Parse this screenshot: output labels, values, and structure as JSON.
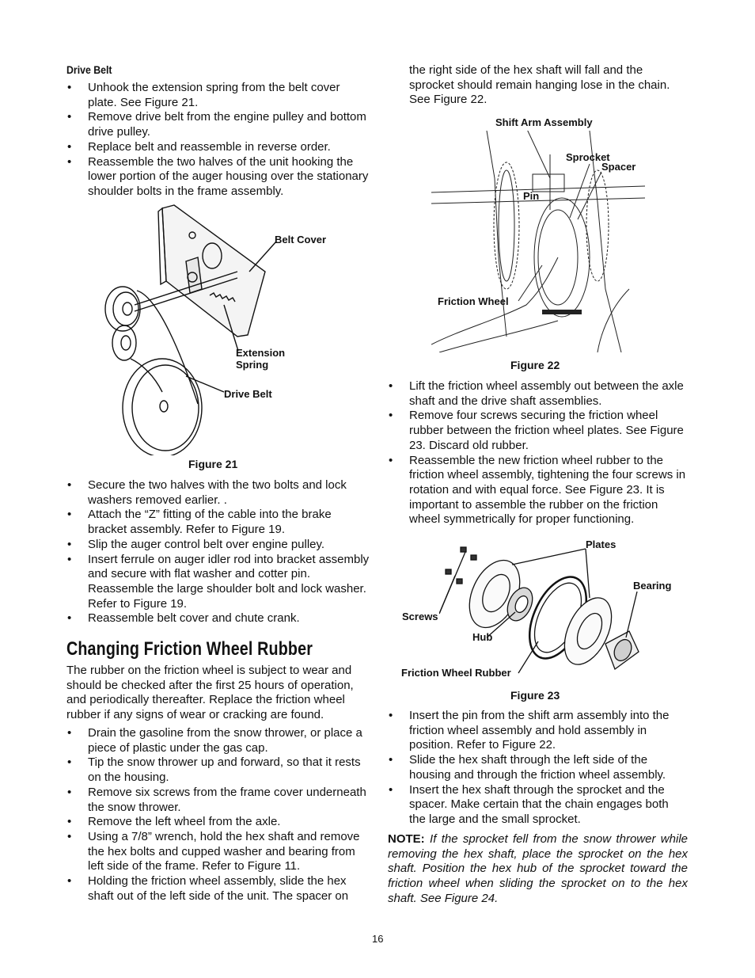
{
  "left": {
    "drive_belt_heading": "Drive Belt",
    "drive_belt_steps": [
      "Unhook the extension spring from the belt cover plate. See Figure 21.",
      "Remove drive belt from the engine pulley and bottom drive pulley.",
      "Replace belt and reassemble in reverse order.",
      "Reassemble the two halves of the unit hooking the lower portion of the auger housing over the stationary shoulder bolts in the frame assembly."
    ],
    "figure21": {
      "belt_cover": "Belt Cover",
      "extension": "Extension",
      "spring": "Spring",
      "drive_belt": "Drive Belt",
      "caption": "Figure 21"
    },
    "after_fig21_steps": [
      "Secure the two halves with the two bolts and lock washers removed earlier. .",
      "Attach the “Z” fitting of the cable into the brake bracket assembly. Refer to Figure 19.",
      "Slip the auger control belt over engine pulley.",
      "Insert ferrule on auger idler rod into bracket assembly and secure with flat washer and cotter pin. Reassemble the large shoulder bolt and lock washer. Refer to Figure 19.",
      "Reassemble belt cover and chute crank."
    ],
    "section_heading": "Changing Friction Wheel Rubber",
    "intro": "The rubber on the friction wheel is subject to wear and should be checked after the first 25 hours of operation, and periodically thereafter. Replace the friction wheel rubber if any signs of wear or cracking are found.",
    "friction_steps": [
      "Drain the gasoline from the snow thrower, or place a piece of plastic under the gas cap.",
      "Tip the snow thrower up and forward, so that it rests on the housing.",
      "Remove six screws from the frame cover underneath the snow thrower.",
      "Remove the left wheel from the axle.",
      "Using a 7/8” wrench, hold the hex shaft and remove the hex bolts and cupped washer and bearing from left side of the frame. Refer to Figure 11.",
      "Holding the friction wheel assembly, slide the hex shaft out of the left side of the unit. The spacer on"
    ]
  },
  "right": {
    "continued": "the right side of the hex shaft will fall and the sprocket should remain hanging lose in the chain. See Figure 22.",
    "figure22": {
      "shift_arm": "Shift Arm Assembly",
      "sprocket": "Sprocket",
      "spacer": "Spacer",
      "pin": "Pin",
      "friction_wheel": "Friction Wheel",
      "caption": "Figure 22"
    },
    "steps_a": [
      "Lift the friction wheel assembly out between the axle shaft and the drive shaft assemblies.",
      "Remove four screws securing the friction wheel rubber between the friction wheel plates. See Figure 23. Discard old rubber.",
      "Reassemble the new friction wheel rubber to the friction wheel assembly, tightening the four screws in rotation and with equal force. See Figure 23. It is important to assemble the rubber on the friction wheel symmetrically for proper functioning."
    ],
    "figure23": {
      "plates": "Plates",
      "bearing": "Bearing",
      "screws": "Screws",
      "hub": "Hub",
      "friction_wheel_rubber": "Friction Wheel Rubber",
      "caption": "Figure 23"
    },
    "steps_b": [
      "Insert the pin from the shift arm assembly into the friction wheel assembly and hold assembly in position. Refer to Figure 22.",
      "Slide the hex shaft through the left side of the housing and through the friction wheel assembly.",
      "Insert the hex shaft through the sprocket and the spacer. Make certain that the chain engages both the large and the small sprocket."
    ],
    "note_label": "NOTE:",
    "note_text": "If the sprocket fell from the snow thrower while removing the hex shaft, place the sprocket on the hex shaft. Position the hex hub of the sprocket toward the friction wheel when sliding the sprocket on to the hex shaft. See Figure 24."
  },
  "page_number": "16"
}
